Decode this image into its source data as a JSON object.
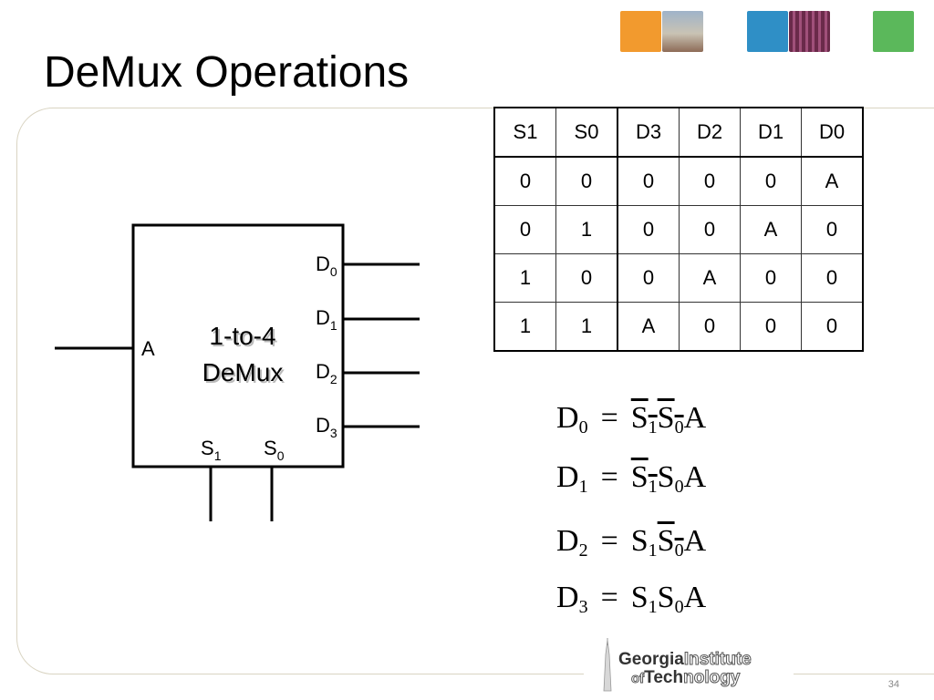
{
  "slide": {
    "title": "DeMux Operations",
    "page_number": "34"
  },
  "table": {
    "headers": [
      "S1",
      "S0",
      "D3",
      "D2",
      "D1",
      "D0"
    ],
    "rows": [
      [
        "0",
        "0",
        "0",
        "0",
        "0",
        "A"
      ],
      [
        "0",
        "1",
        "0",
        "0",
        "A",
        "0"
      ],
      [
        "1",
        "0",
        "0",
        "A",
        "0",
        "0"
      ],
      [
        "1",
        "1",
        "A",
        "0",
        "0",
        "0"
      ]
    ]
  },
  "block": {
    "name_line1": "1-to-4",
    "name_line2": "DeMux",
    "input_label": "A",
    "outputs": [
      "D0",
      "D1",
      "D2",
      "D3"
    ],
    "selects": [
      "S1",
      "S0"
    ]
  },
  "equations": [
    {
      "lhs": "D",
      "lhs_sub": "0",
      "eq": "=",
      "terms": [
        {
          "t": "S",
          "s": "1",
          "bar": true
        },
        {
          "t": "S",
          "s": "0",
          "bar": true
        }
      ],
      "tail": "A"
    },
    {
      "lhs": "D",
      "lhs_sub": "1",
      "eq": "=",
      "terms": [
        {
          "t": "S",
          "s": "1",
          "bar": true
        },
        {
          "t": "S",
          "s": "0",
          "bar": false
        }
      ],
      "tail": "A"
    },
    {
      "lhs": "D",
      "lhs_sub": "2",
      "eq": "=",
      "terms": [
        {
          "t": "S",
          "s": "1",
          "bar": false
        },
        {
          "t": "S",
          "s": "0",
          "bar": true
        }
      ],
      "tail": "A"
    },
    {
      "lhs": "D",
      "lhs_sub": "3",
      "eq": "=",
      "terms": [
        {
          "t": "S",
          "s": "1",
          "bar": false
        },
        {
          "t": "S",
          "s": "0",
          "bar": false
        }
      ],
      "tail": "A"
    }
  ],
  "logo": {
    "line1_bold": "Georgia",
    "line1_outline": "Institute",
    "line2_outline_a": "of",
    "line2_bold": "Tech",
    "line2_outline_b": "nology"
  },
  "colors": {
    "tile_orange": "#f29a2e",
    "tile_blue": "#2f8fc6",
    "tile_green": "#5bb85b",
    "gold": "#b3a369"
  }
}
